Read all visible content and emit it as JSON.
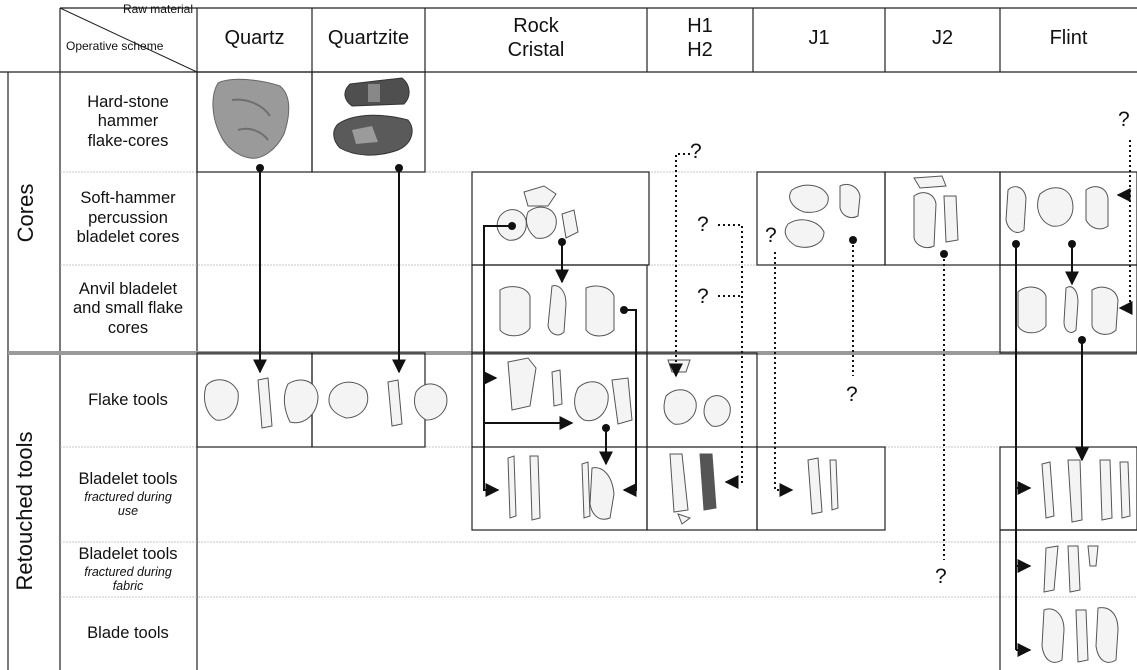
{
  "corner": {
    "raw_material": "Raw material",
    "operative_scheme": "Operative scheme"
  },
  "columns": [
    {
      "id": "quartz",
      "lines": [
        "Quartz"
      ]
    },
    {
      "id": "quartzite",
      "lines": [
        "Quartzite"
      ]
    },
    {
      "id": "rock-cristal",
      "lines": [
        "Rock",
        "Cristal"
      ]
    },
    {
      "id": "h1h2",
      "lines": [
        "H1",
        "H2"
      ]
    },
    {
      "id": "j1",
      "lines": [
        "J1"
      ]
    },
    {
      "id": "j2",
      "lines": [
        "J2"
      ]
    },
    {
      "id": "flint",
      "lines": [
        "Flint"
      ]
    }
  ],
  "groups": {
    "cores": "Cores",
    "retouched_tools": "Retouched tools"
  },
  "rows": [
    {
      "id": "hard-stone",
      "lines": [
        "Hard-stone",
        "hammer",
        "flake-cores"
      ],
      "sub": ""
    },
    {
      "id": "soft-hammer",
      "lines": [
        "Soft-hammer",
        "percussion",
        "bladelet cores"
      ],
      "sub": ""
    },
    {
      "id": "anvil",
      "lines": [
        "Anvil bladelet",
        "and small flake",
        "cores"
      ],
      "sub": ""
    },
    {
      "id": "flake-tools",
      "lines": [
        "Flake tools"
      ],
      "sub": ""
    },
    {
      "id": "bladelet-use",
      "lines": [
        "Bladelet tools"
      ],
      "sub": "fractured during use"
    },
    {
      "id": "bladelet-fabric",
      "lines": [
        "Bladelet tools"
      ],
      "sub": "fractured during fabric"
    },
    {
      "id": "blade-tools",
      "lines": [
        "Blade tools"
      ],
      "sub": ""
    }
  ],
  "unknown_mark": "?",
  "colors": {
    "line": "#222222",
    "grid": "#aaaaaa",
    "separator": "#9a9a9a",
    "photo": "#8c8c8c",
    "photo_dark": "#555555",
    "drawing": "#666666"
  }
}
